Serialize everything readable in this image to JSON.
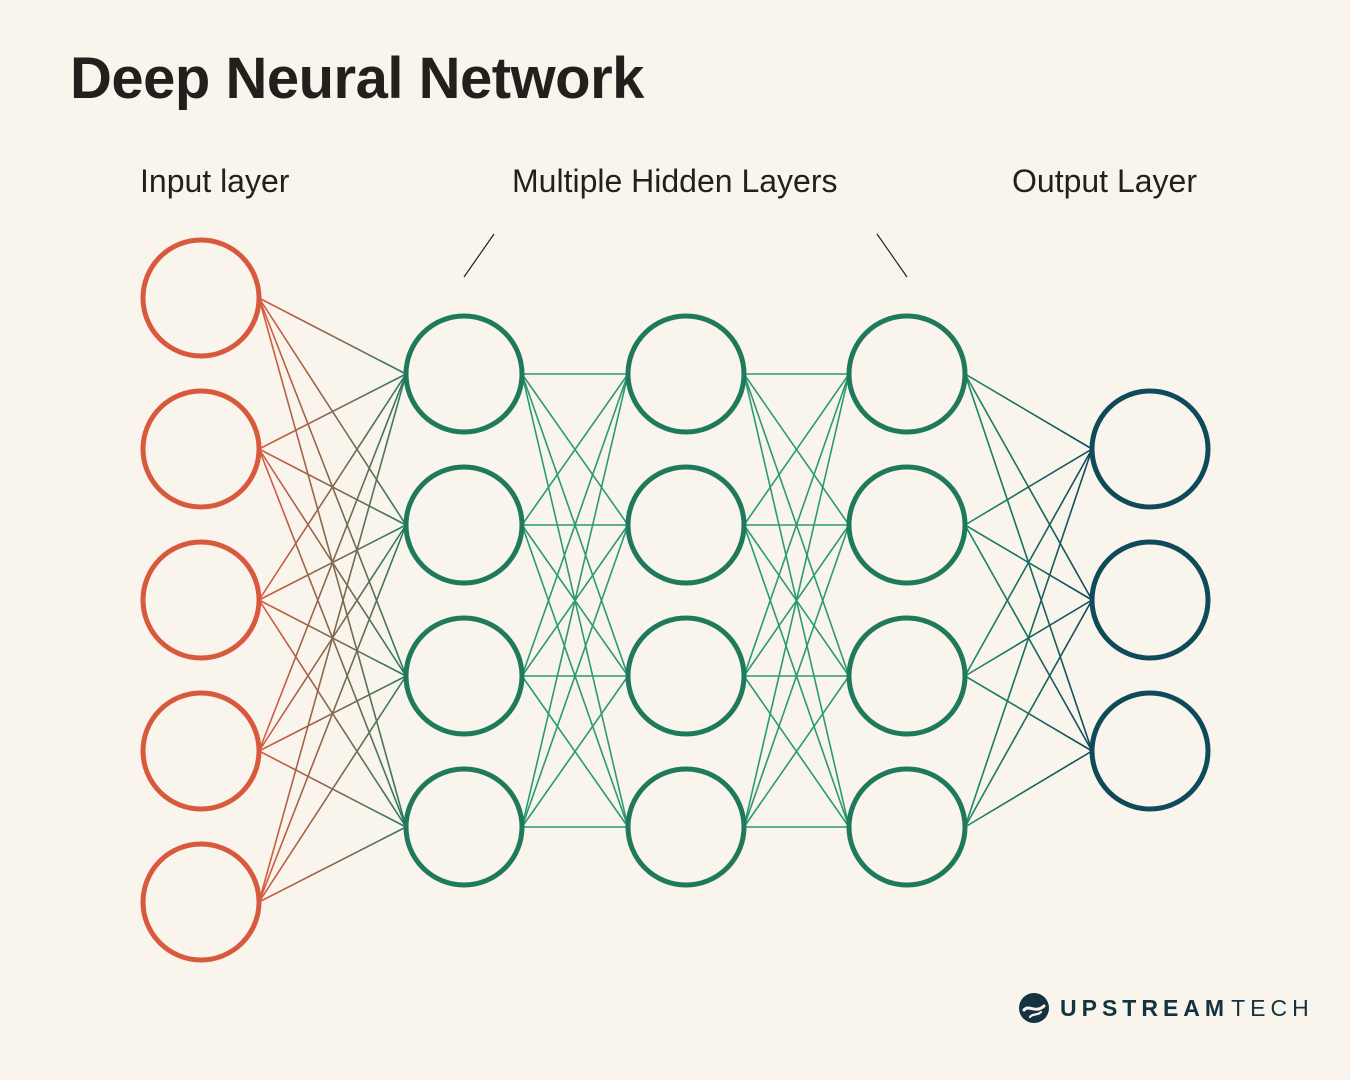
{
  "title": "Deep Neural Network",
  "labels": {
    "input": "Input layer",
    "hidden": "Multiple Hidden Layers",
    "output": "Output Layer"
  },
  "network": {
    "layers": [
      {
        "role": "input",
        "nodes": 5,
        "color": "#d9593f"
      },
      {
        "role": "hidden",
        "nodes": 4,
        "color": "#1f7a5c"
      },
      {
        "role": "hidden",
        "nodes": 4,
        "color": "#1f7a5c"
      },
      {
        "role": "hidden",
        "nodes": 4,
        "color": "#1f7a5c"
      },
      {
        "role": "output",
        "nodes": 3,
        "color": "#0e4a5a"
      }
    ],
    "connections": "fully-connected"
  },
  "logo": {
    "strong": "UPSTREAM",
    "light": "TECH",
    "icon": "upstream-logo-icon",
    "color": "#12333f"
  },
  "colors": {
    "background": "#f9f5ec",
    "input": "#d9593f",
    "hidden": "#1f7a5c",
    "hidden_edges": "#2b9a72",
    "output": "#0e4a5a"
  }
}
